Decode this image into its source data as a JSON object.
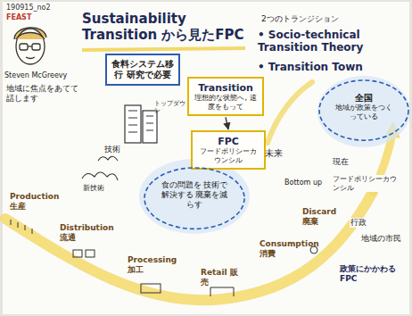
{
  "diagram": {
    "title": "Sustainability Transition から見たFPC",
    "nodes": [
      {
        "text": [
          "食料システム移行 研究で必要"
        ]
      },
      {
        "text": [
          "Transition",
          "理想的な状態へ, 速度をもって"
        ]
      },
      {
        "text": [
          "FPC",
          "フードポリシーカウンシル"
        ]
      },
      {
        "text": [
          "食の問題を 技術で解決する 廃棄を減らす"
        ]
      },
      {
        "text": [
          "全国",
          "地域が政策をつくっている"
        ]
      }
    ],
    "edges": [
      {
        "from": 1,
        "to": 2,
        "arrow": "to"
      }
    ],
    "labels": [
      "190915_no2",
      "FEAST",
      "Steven McGreevy",
      "地域に焦点をあてて話します",
      "2つのトランジション",
      "• Socio-technical Transition Theory",
      "• Transition Town",
      "トップダウン",
      "技術",
      "新技術",
      "未来",
      "Bottom up",
      "現在",
      "フードポリシーカウンシル",
      "Production 生産",
      "Distribution 流通",
      "Processing 加工",
      "Retail 販売",
      "Consumption 消費",
      "Discard 廃棄",
      "行政",
      "地域の市民",
      "政策にかかわるFPC"
    ]
  }
}
